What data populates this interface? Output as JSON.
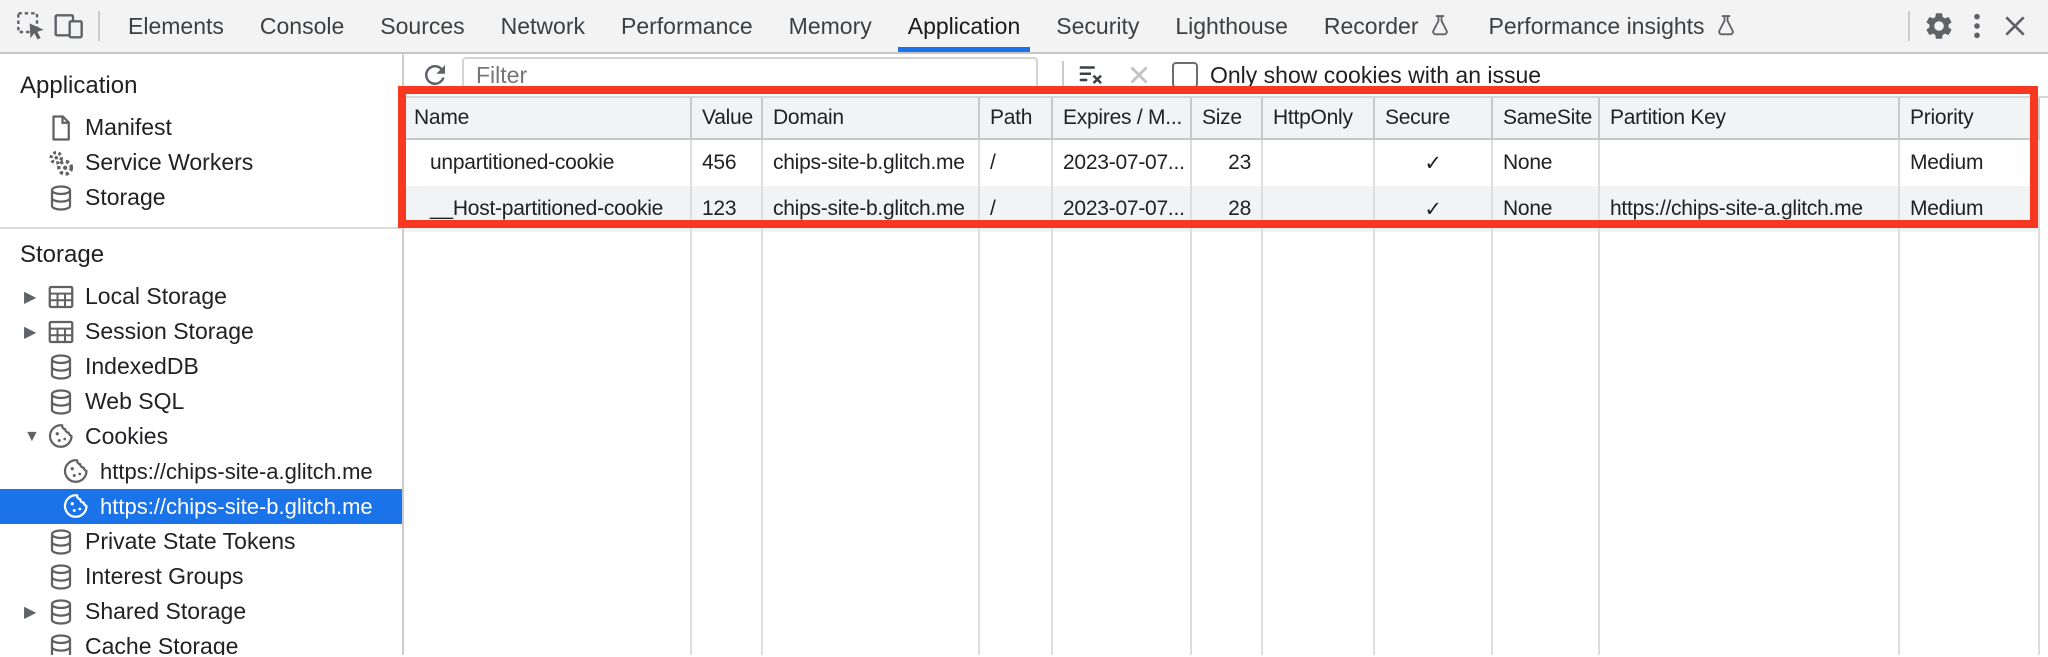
{
  "colors": {
    "accent": "#1a73e8",
    "annotation_red": "#f93822",
    "selected_bg": "#1a73e8",
    "toolbar_bg": "#f3f3f3",
    "stripe_bg": "#f1f3f4"
  },
  "tabbar": {
    "tabs": [
      {
        "label": "Elements"
      },
      {
        "label": "Console"
      },
      {
        "label": "Sources"
      },
      {
        "label": "Network"
      },
      {
        "label": "Performance"
      },
      {
        "label": "Memory"
      },
      {
        "label": "Application",
        "active": true
      },
      {
        "label": "Security"
      },
      {
        "label": "Lighthouse"
      },
      {
        "label": "Recorder",
        "experimental": true
      },
      {
        "label": "Performance insights",
        "experimental": true
      }
    ]
  },
  "sidebar": {
    "sections": [
      {
        "title": "Application",
        "items": [
          {
            "label": "Manifest",
            "icon": "file-icon"
          },
          {
            "label": "Service Workers",
            "icon": "gears-icon"
          },
          {
            "label": "Storage",
            "icon": "database-icon"
          }
        ]
      },
      {
        "title": "Storage",
        "items": [
          {
            "label": "Local Storage",
            "icon": "table-icon",
            "state": "collapsed"
          },
          {
            "label": "Session Storage",
            "icon": "table-icon",
            "state": "collapsed"
          },
          {
            "label": "IndexedDB",
            "icon": "database-icon"
          },
          {
            "label": "Web SQL",
            "icon": "database-icon"
          },
          {
            "label": "Cookies",
            "icon": "cookie-icon",
            "state": "expanded",
            "children": [
              {
                "label": "https://chips-site-a.glitch.me",
                "icon": "cookie-icon",
                "selected": false
              },
              {
                "label": "https://chips-site-b.glitch.me",
                "icon": "cookie-icon",
                "selected": true
              }
            ]
          },
          {
            "label": "Private State Tokens",
            "icon": "database-icon"
          },
          {
            "label": "Interest Groups",
            "icon": "database-icon"
          },
          {
            "label": "Shared Storage",
            "icon": "database-icon",
            "state": "collapsed"
          },
          {
            "label": "Cache Storage",
            "icon": "database-icon"
          }
        ]
      }
    ]
  },
  "toolbar": {
    "filter_placeholder": "Filter",
    "issue_checkbox_label": "Only show cookies with an issue",
    "checkbox_checked": false
  },
  "grid": {
    "columns": [
      {
        "label": "Name"
      },
      {
        "label": "Value"
      },
      {
        "label": "Domain"
      },
      {
        "label": "Path"
      },
      {
        "label": "Expires / M..."
      },
      {
        "label": "Size"
      },
      {
        "label": "HttpOnly"
      },
      {
        "label": "Secure"
      },
      {
        "label": "SameSite"
      },
      {
        "label": "Partition Key"
      },
      {
        "label": "Priority"
      }
    ],
    "rows": [
      {
        "cells": [
          "unpartitioned-cookie",
          "456",
          "chips-site-b.glitch.me",
          "/",
          "2023-07-07...",
          "23",
          "",
          "✓",
          "None",
          "",
          "Medium"
        ]
      },
      {
        "cells": [
          "__Host-partitioned-cookie",
          "123",
          "chips-site-b.glitch.me",
          "/",
          "2023-07-07...",
          "28",
          "",
          "✓",
          "None",
          "https://chips-site-a.glitch.me",
          "Medium"
        ]
      }
    ]
  },
  "glyphs": {
    "collapsed": "▶",
    "expanded": "▼"
  }
}
